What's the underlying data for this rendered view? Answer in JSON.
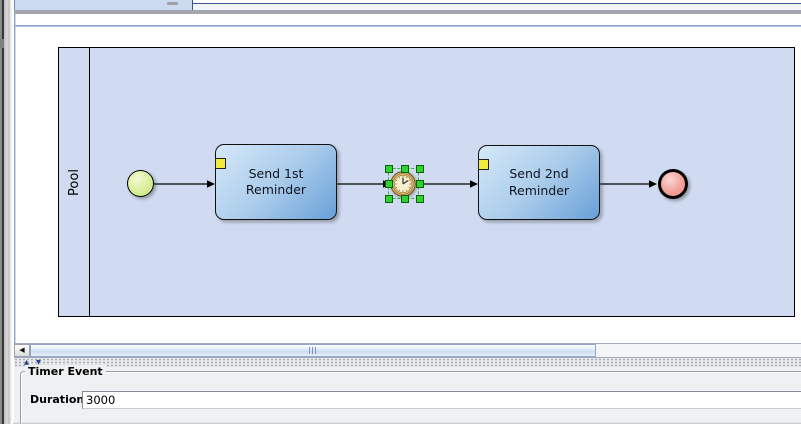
{
  "diagram": {
    "pool_label": "Pool",
    "tasks": [
      {
        "label": "Send 1st\nReminder"
      },
      {
        "label": "Send 2nd\nReminder"
      }
    ],
    "selected_element": "timer-event"
  },
  "properties_panel": {
    "group_title": "Timer Event",
    "duration_label": "Duration",
    "duration_value": "3000"
  },
  "glyphs": {
    "scroll_left": "◀",
    "divider_up": "▲",
    "divider_down": "▼"
  },
  "colors": {
    "pool_fill": "#d0dbf2",
    "task_fill_top": "#d5e8f9",
    "task_fill_bottom": "#68a0d8",
    "start_event_fill": "#d7ee97",
    "end_event_fill": "#f19a92",
    "selection_handle_green": "#2ed32e",
    "task_marker_yellow": "#f0ea3d",
    "tab_fill": "#cbdaef"
  }
}
